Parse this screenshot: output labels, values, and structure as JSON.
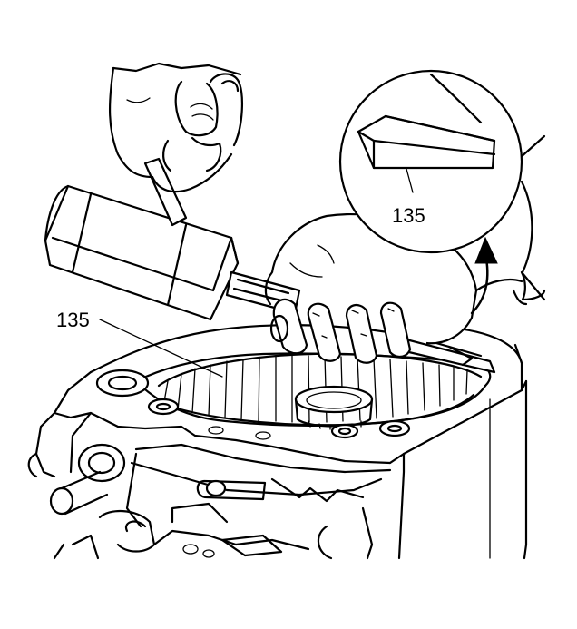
{
  "figure": {
    "callout_main": "135",
    "callout_detail": "135"
  },
  "icons": {
    "hammer": "mallet",
    "arrow": "curved-arrow-up",
    "detail": "magnified-circle"
  }
}
